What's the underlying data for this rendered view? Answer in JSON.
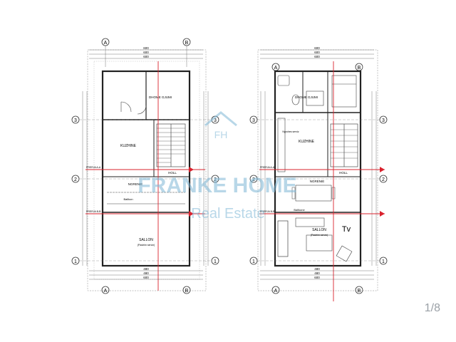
{
  "viewer": {
    "page_counter": "1/8"
  },
  "watermark": {
    "monogram": "FH",
    "brand": "FRANKE HOME",
    "tagline": "Real Estate",
    "color": "#7fb8d6"
  },
  "plans": [
    {
      "axis_top": [
        "A",
        "B"
      ],
      "axis_bottom": [
        "A",
        "B"
      ],
      "axis_side": [
        "3",
        "2",
        "1"
      ],
      "rooms": {
        "dush": "DHOME GJUMI",
        "kuzhina": "KUZHINE",
        "holl": "HOLL",
        "ngrenie": "NGRENIE",
        "ballkon": "Ballkon",
        "sallon": "SALLON",
        "sallon_sub": "(Pastrim serviz)"
      },
      "section_labels": [
        "PRERJA A-A",
        "PRERJA B-B"
      ],
      "dims_top": [
        "600",
        "600",
        "600"
      ],
      "dims_bottom": [
        "480",
        "480",
        "600"
      ]
    },
    {
      "axis_top": [
        "A",
        "B"
      ],
      "axis_bottom": [
        "A",
        "B"
      ],
      "axis_side": [
        "3",
        "2",
        "1"
      ],
      "rooms": {
        "dush": "DHOME GJUMI",
        "kuzhina": "KUZHINE",
        "kuzhina_sub": "Ngrohes serviz",
        "holl": "HOLL",
        "ngrenie": "NGRENIE",
        "ballkon": "Ballkone",
        "sallon": "SALLON",
        "sallon_sub": "(Pastrim serviz)",
        "tv": "Tv"
      },
      "section_labels": [
        "PRERJA A-A",
        "PRERJA B-B"
      ],
      "dims_top": [
        "600",
        "600",
        "600"
      ],
      "dims_bottom": [
        "480",
        "480",
        "600"
      ]
    }
  ],
  "colors": {
    "line": "#333333",
    "section": "#d9232e",
    "stair": "#4a4a4a"
  }
}
